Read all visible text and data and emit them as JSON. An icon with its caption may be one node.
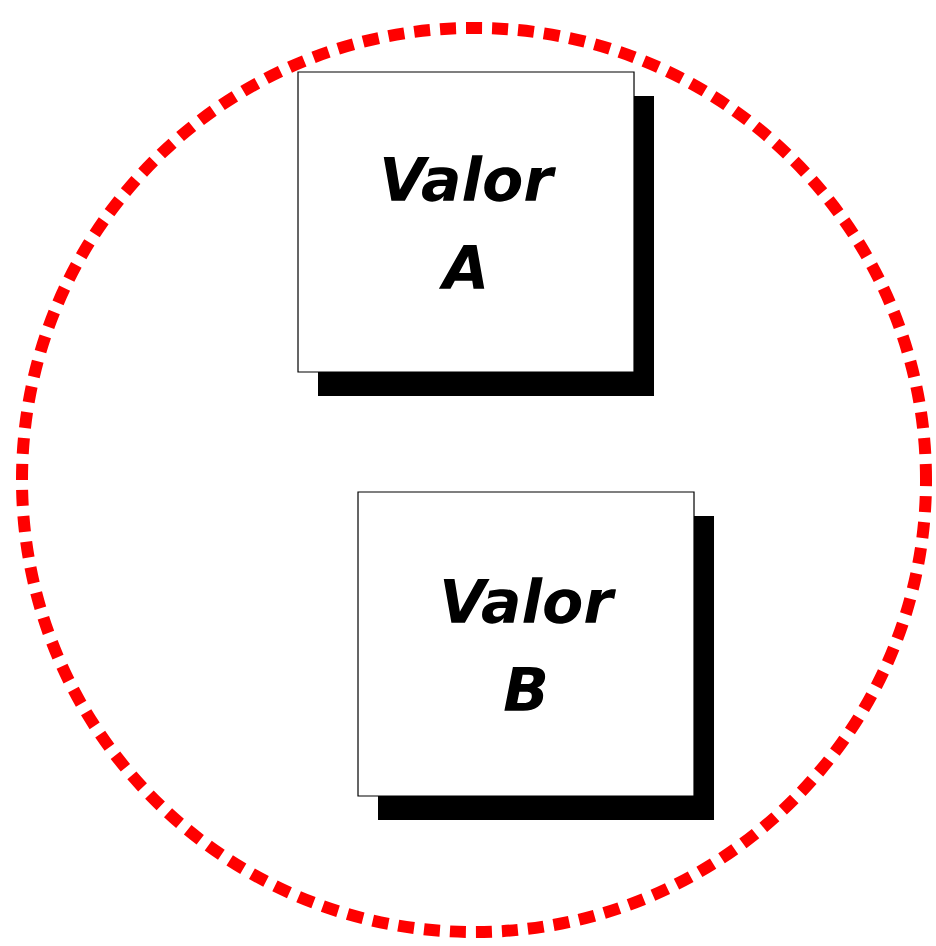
{
  "diagram": {
    "nodes": [
      {
        "text": [],
        "shape": "circle"
      },
      {
        "text": [
          "Valor A"
        ],
        "in": 0
      },
      {
        "text": [
          "Valor B"
        ],
        "in": 0
      }
    ]
  }
}
